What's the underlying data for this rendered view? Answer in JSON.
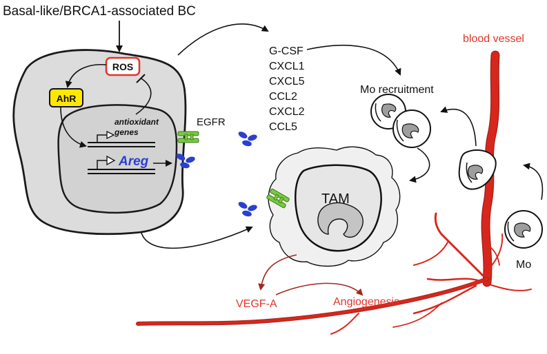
{
  "title": "Basal-like/BRCA1-associated BC",
  "cancer_cell": {
    "ros": "ROS",
    "ahr": "AhR",
    "antioxidant_line1": "antioxidant",
    "antioxidant_line2": "genes",
    "areg": "Areg"
  },
  "egfr": "EGFR",
  "chemokines": [
    "G-CSF",
    "CXCL1",
    "CXCL5",
    "CCL2",
    "CXCL2",
    "CCL5"
  ],
  "mo_recruitment": "Mo recruitment",
  "tam": "TAM",
  "mo": "Mo",
  "blood_vessel": "blood vessel",
  "vegf": "VEGF-A",
  "angiogenesis": "Angiogenesis",
  "colors": {
    "red_label": "#e0352b",
    "vessel": "#d9261c",
    "areg_blue": "#2b3fd1",
    "ahr_yellow": "#ffe800",
    "egfr_green": "#7ac943"
  }
}
